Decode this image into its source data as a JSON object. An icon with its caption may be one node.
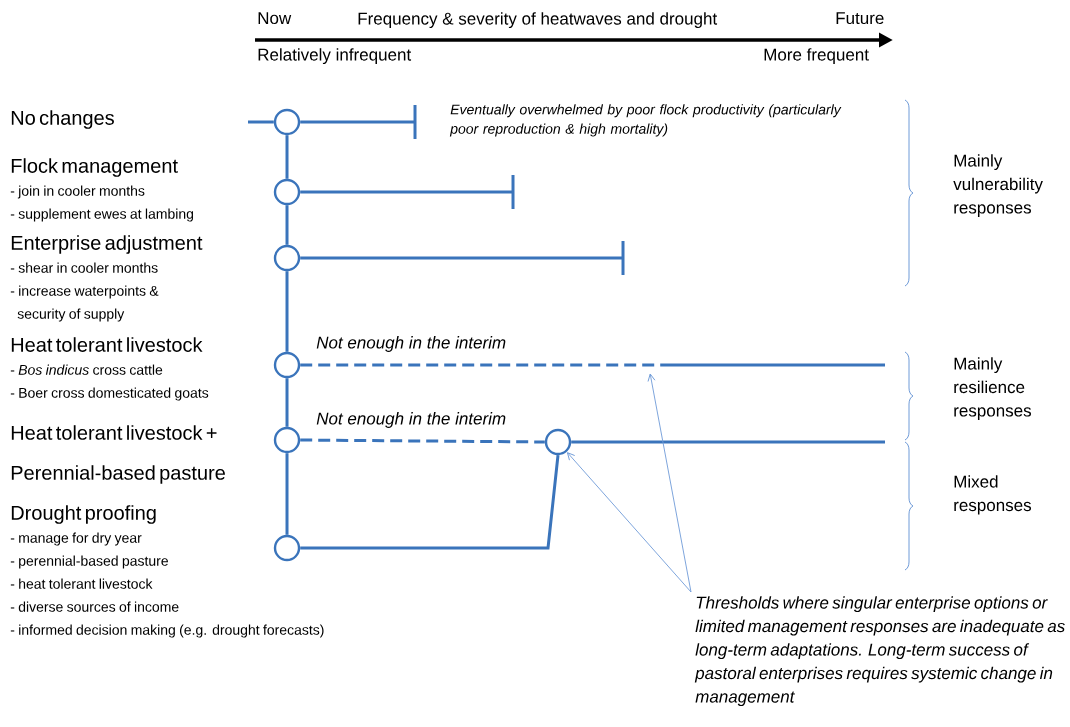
{
  "diagram": {
    "nodes": [
      {
        "text": [
          "No changes"
        ]
      },
      {
        "text": [
          "Flock management",
          "- join in cooler months",
          "- supplement ewes at lambing"
        ]
      },
      {
        "text": [
          "Enterprise adjustment",
          "- shear in cooler months",
          "- increase waterpoints & security of supply"
        ]
      },
      {
        "text": [
          "Heat tolerant livestock",
          "- *Bos indicus* cross cattle",
          "- Boer cross domesticated goats"
        ]
      },
      {
        "text": [
          "Heat tolerant livestock + Perennial-based pasture"
        ]
      },
      {
        "text": [
          "Drought proofing",
          "- manage for dry year",
          "- perennial-based pasture",
          "- heat tolerant livestock",
          "- diverse sources of income",
          "- informed decision making (e.g. drought forecasts)"
        ]
      },
      {
        "text": [],
        "shape": "circle"
      },
      {
        "text": [],
        "shape": "circle"
      },
      {
        "text": [],
        "shape": "circle"
      },
      {
        "text": [],
        "shape": "circle"
      },
      {
        "text": [],
        "shape": "circle"
      },
      {
        "text": [],
        "shape": "circle"
      },
      {
        "text": [],
        "shape": "circle"
      },
      {
        "text": [
          "Thresholds where singular enterprise options or limited management responses are inadequate as long-term adaptations. Long-term success of pastoral enterprises requires systemic change in management"
        ]
      }
    ],
    "edges": [
      {
        "from": 6,
        "to": 7,
        "arrow": "none"
      },
      {
        "from": 7,
        "to": 8,
        "arrow": "none"
      },
      {
        "from": 8,
        "to": 9,
        "arrow": "none"
      },
      {
        "from": 9,
        "to": 10,
        "arrow": "none"
      },
      {
        "from": 10,
        "to": 11,
        "arrow": "none"
      },
      {
        "from": 6,
        "to": null,
        "arrow": "none"
      },
      {
        "from": 7,
        "to": null,
        "arrow": "none"
      },
      {
        "from": 8,
        "to": null,
        "arrow": "none"
      },
      {
        "from": 9,
        "to": null,
        "arrow": "none",
        "style": "dashed",
        "label": "Not enough in the interim"
      },
      {
        "from": 10,
        "to": 12,
        "arrow": "none",
        "style": "dashed",
        "label": "Not enough in the interim"
      },
      {
        "from": 11,
        "to": 12,
        "arrow": "none"
      },
      {
        "from": 12,
        "to": null,
        "arrow": "none"
      },
      {
        "from": 13,
        "to": 12,
        "arrow": "to",
        "color": "#6f9bd8"
      },
      {
        "from": 13,
        "to": null,
        "arrow": "to",
        "color": "#6f9bd8"
      }
    ],
    "labels": [
      "Now",
      "Frequency & severity of heatwaves and drought",
      "Future",
      "Relatively infrequent",
      "More frequent",
      "Eventually overwhelmed by poor flock productivity (particularly poor reproduction & high mortality)",
      "Mainly vulnerability responses",
      "Mainly resilience responses",
      "Mixed responses"
    ]
  }
}
